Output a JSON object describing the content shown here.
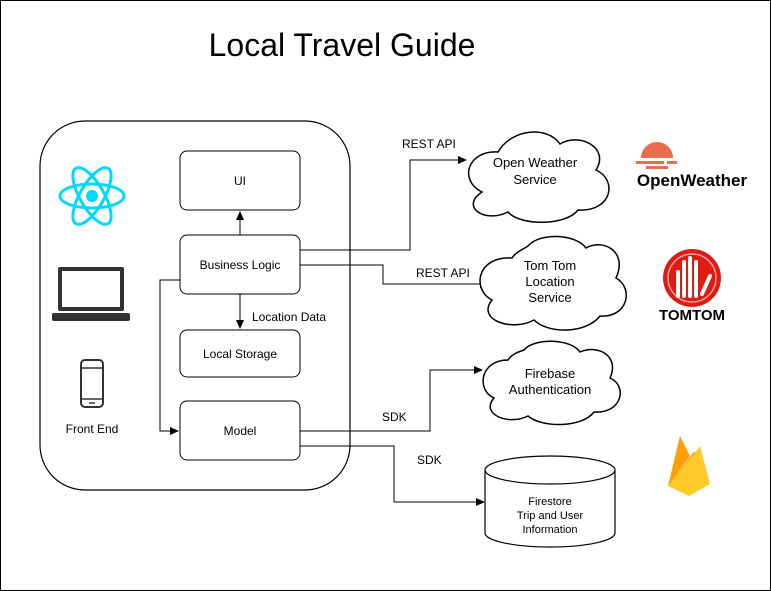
{
  "title": "Local Travel Guide",
  "frontend": {
    "label": "Front End",
    "components": {
      "ui": "UI",
      "business_logic": "Business Logic",
      "local_storage": "Local Storage",
      "model": "Model"
    },
    "icons": [
      "react-logo-icon",
      "laptop-icon",
      "smartphone-icon"
    ]
  },
  "services": {
    "open_weather": {
      "line1": "Open Weather",
      "line2": "Service",
      "logo_text": "OpenWeather",
      "logo_color": "#e96e50"
    },
    "tomtom": {
      "line1": "Tom Tom",
      "line2": "Location",
      "line3": "Service",
      "logo_text": "TOMTOM",
      "logo_color": "#df1b12"
    },
    "firebase_auth": {
      "line1": "Firebase",
      "line2": "Authentication"
    },
    "firestore": {
      "line1": "Firestore",
      "line2": "Trip and User",
      "line3": "Information",
      "logo_color": "#ffca28"
    }
  },
  "edges": {
    "rest_api_weather": "REST API",
    "rest_api_tomtom": "REST API",
    "location_data": "Location Data",
    "sdk_auth": "SDK",
    "sdk_firestore": "SDK"
  },
  "colors": {
    "react": "#00d8ff",
    "border": "#000000",
    "openweather": "#e96e50",
    "tomtom": "#df1b12",
    "firebase_yellow": "#ffca28",
    "firebase_orange": "#f57c00"
  }
}
